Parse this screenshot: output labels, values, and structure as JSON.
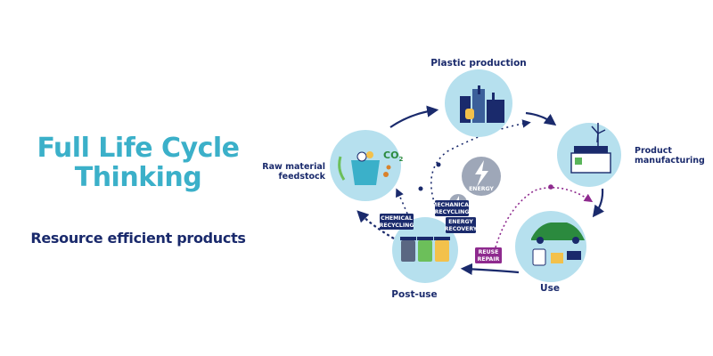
{
  "heading": {
    "title_line1": "Full Life Cycle",
    "title_line2": "Thinking",
    "subtitle": "Resource efficient products"
  },
  "stages": {
    "plastic_production": "Plastic production",
    "product_manufacturing_line1": "Product",
    "product_manufacturing_line2": "manufacturing",
    "use": "Use",
    "post_use": "Post-use",
    "raw_material_line1": "Raw material",
    "raw_material_line2": "feedstock"
  },
  "tags": {
    "chemical_line1": "CHEMICAL",
    "chemical_line2": "RECYCLING",
    "mechanical_line1": "MECHANICAL",
    "mechanical_line2": "RECYCLING",
    "energy_line1": "ENERGY",
    "energy_line2": "RECOVERY",
    "reuse_line1": "REUSE",
    "reuse_line2": "REPAIR",
    "energy_hub": "ENERGY"
  },
  "icons": {
    "co2_main": "CO",
    "co2_sub": "2"
  },
  "colors": {
    "title": "#3bb0c9",
    "navy": "#1a2a6c",
    "circle": "#b6e0ee",
    "reuse": "#8e2a8e",
    "energy": "#9ea7b8"
  }
}
